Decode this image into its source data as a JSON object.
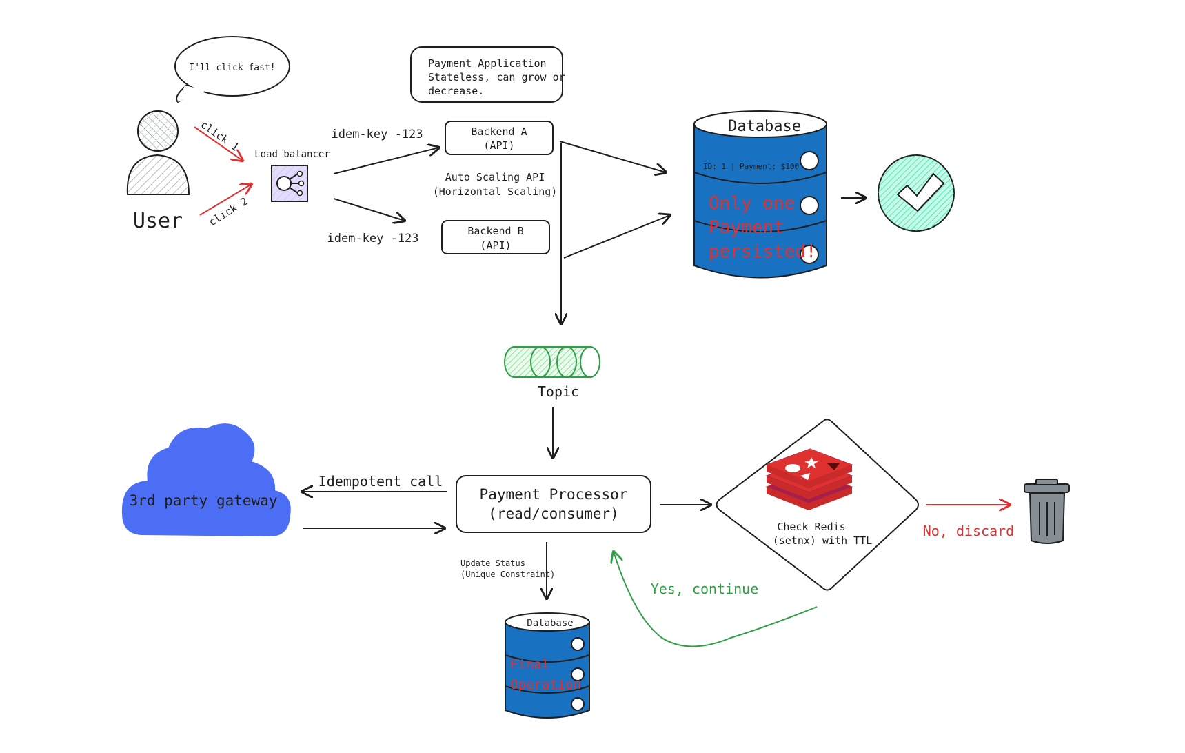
{
  "speech_bubble": "I'll click fast!",
  "user_label": "User",
  "click1_label": "click 1",
  "click2_label": "click 2",
  "load_balancer_label": "Load balancer",
  "idem_key_a": "idem-key -123",
  "idem_key_b": "idem-key -123",
  "payment_app_note": [
    "Payment Application",
    "Stateless, can grow or",
    "decrease."
  ],
  "backend_a": [
    "Backend A",
    "(API)"
  ],
  "backend_b": [
    "Backend B",
    "(API)"
  ],
  "auto_scaling": [
    "Auto Scaling API",
    "(Horizontal Scaling)"
  ],
  "database_main": {
    "title": "Database",
    "record": "ID: 1 | Payment: $100",
    "note": [
      "Only one",
      "Payment",
      "persisted!"
    ]
  },
  "topic_label": "Topic",
  "processor": [
    "Payment Processor",
    "(read/consumer)"
  ],
  "gateway_label": "3rd party gateway",
  "idempotent_call": "Idempotent call",
  "update_status": [
    "Update Status",
    "(Unique Constraint)"
  ],
  "database_final": {
    "title": "Database",
    "note": [
      "Final",
      "Operation"
    ]
  },
  "redis_check": [
    "Check Redis",
    "(setnx) with TTL"
  ],
  "no_discard": "No, discard",
  "yes_continue": "Yes, continue",
  "colors": {
    "db_blue": "#1971c2",
    "cloud_blue": "#4c6ef5",
    "red": "#e03131",
    "green": "#2f9e44",
    "redis_red": "#c92a2a",
    "topic_green": "#b2f2bb",
    "check_green": "#96f2d7",
    "trash_gray": "#868e96"
  }
}
